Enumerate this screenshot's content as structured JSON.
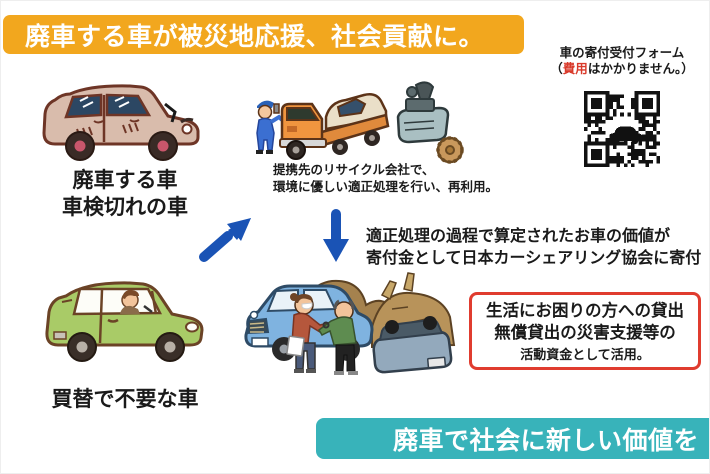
{
  "header": {
    "title": "廃車する車が被災地応援、社会貢献に。"
  },
  "qr_section": {
    "title": "車の寄付受付フォーム",
    "note_prefix": "（",
    "note_highlight": "費用",
    "note_suffix": "はかかりません。）"
  },
  "steps": {
    "scrap_car": {
      "line1": "廃車する車",
      "line2": "車検切れの車"
    },
    "recycle": {
      "line1": "提携先のリサイクル会社で、",
      "line2": "環境に優しい適正処理を行い、再利用。"
    },
    "donate": {
      "line1": "適正処理の過程で算定されたお車の価値が",
      "line2": "寄付金として日本カーシェアリング協会に寄付"
    },
    "replace_car": {
      "label": "買替で不要な車"
    }
  },
  "usage_box": {
    "line1": "生活にお困りの方への貸出",
    "line2": "無償貸出の災害支援等の",
    "line3": "活動資金として活用。"
  },
  "footer": {
    "title": "廃車で社会に新しい価値を"
  },
  "colors": {
    "banner_orange": "#F2A71E",
    "banner_teal": "#38B3BA",
    "arrow_blue": "#1A53B5",
    "box_border_red": "#E03C2F",
    "note_red": "#D93A2B"
  },
  "icons": {
    "qr_code": "qr-code-icon",
    "arrow_up_right": "arrow-up-right-icon",
    "arrow_down": "arrow-down-icon"
  }
}
